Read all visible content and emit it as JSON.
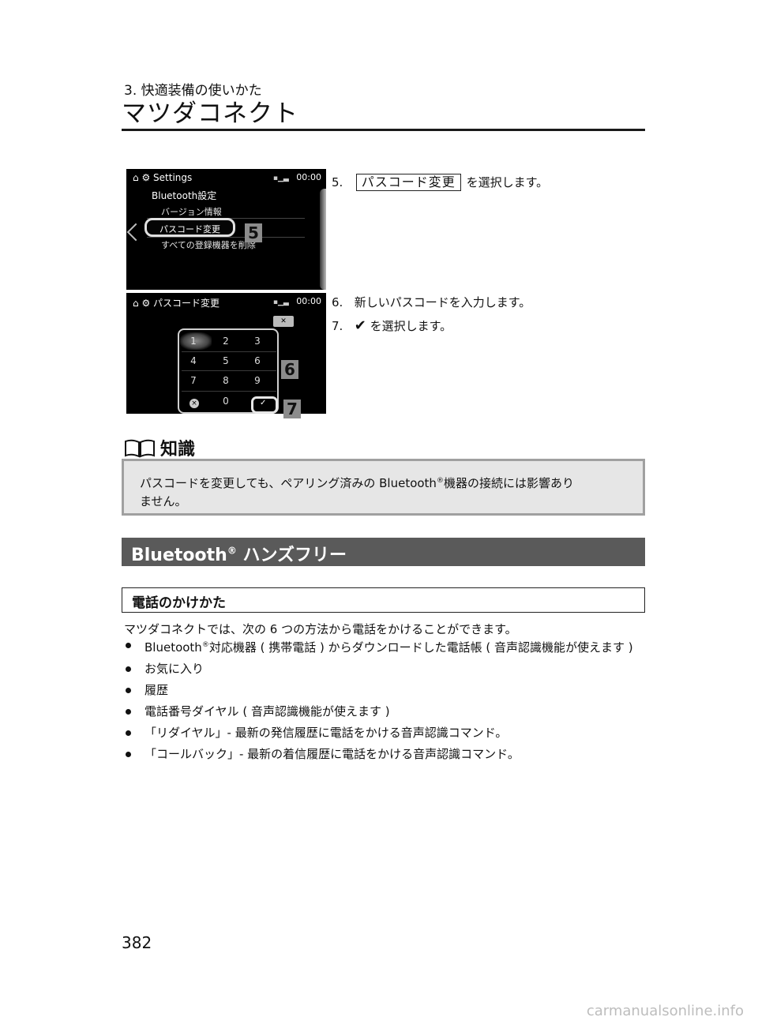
{
  "header": {
    "chapter": "3. 快適装備の使いかた",
    "title": "マツダコネクト"
  },
  "screen1": {
    "title": "Settings",
    "clock": "00:00",
    "heading": "Bluetooth設定",
    "items": [
      "バージョン情報",
      "パスコード変更",
      "すべての登録機器を削除"
    ],
    "callout": "5"
  },
  "screen2": {
    "title": "パスコード変更",
    "clock": "00:00",
    "keys": [
      "1",
      "2",
      "3",
      "4",
      "5",
      "6",
      "7",
      "8",
      "9",
      "0"
    ],
    "callout_keypad": "6",
    "callout_enter": "7"
  },
  "steps": [
    {
      "num": "5.",
      "key": "パスコード変更",
      "text": "を選択します。"
    },
    {
      "num": "6.",
      "text": "新しいパスコードを入力します。"
    },
    {
      "num": "7.",
      "text": "を選択します。"
    }
  ],
  "knowledge": {
    "heading": "知識",
    "text_a": "パスコードを変更しても、ペアリング済みの Bluetooth",
    "mark": "®",
    "text_b": "機器の接続には影響あり",
    "text_c": "ません。"
  },
  "section": {
    "title": "Bluetooth",
    "mark": "®",
    "title_suffix": " ハンズフリー",
    "subheading": "電話のかけかた",
    "intro": "マツダコネクトでは、次の 6 つの方法から電話をかけることができます。",
    "bullet1_a": "Bluetooth",
    "bullet1_mark": "®",
    "bullet1_b": "対応機器 ( 携帯電話 ) からダウンロードした電話帳 ( 音声認識機能が使えます )",
    "bullets": [
      "お気に入り",
      "履歴",
      "電話番号ダイヤル ( 音声認識機能が使えます )",
      "「リダイヤル」- 最新の発信履歴に電話をかける音声認識コマンド。",
      "「コールバック」- 最新の着信履歴に電話をかける音声認識コマンド。"
    ]
  },
  "footer": {
    "page": "382",
    "watermark": "carmanualsonline.info"
  }
}
